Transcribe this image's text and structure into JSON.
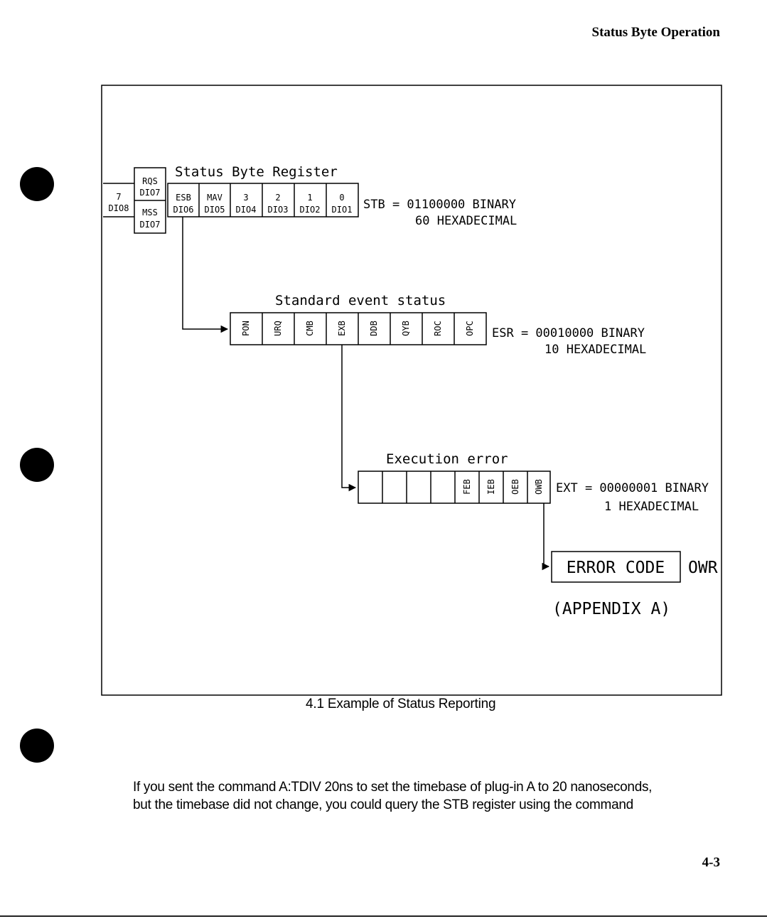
{
  "header": {
    "running_head": "Status Byte Operation"
  },
  "figure": {
    "sbr": {
      "title": "Status Byte Register",
      "rqs": "RQS",
      "rqs_dio": "DIO7",
      "mss": "MSS",
      "mss_dio": "DIO7",
      "bit7": "7",
      "bit7_dio": "DIO8",
      "cells": [
        {
          "top": "ESB",
          "bottom": "DIO6"
        },
        {
          "top": "MAV",
          "bottom": "DIO5"
        },
        {
          "top": "3",
          "bottom": "DIO4"
        },
        {
          "top": "2",
          "bottom": "DIO3"
        },
        {
          "top": "1",
          "bottom": "DIO2"
        },
        {
          "top": "0",
          "bottom": "DIO1"
        }
      ],
      "value_line1": "STB = 01100000 BINARY",
      "value_line2": "60 HEXADECIMAL"
    },
    "ses": {
      "title": "Standard event status",
      "cells": [
        "PON",
        "URQ",
        "CMB",
        "EXB",
        "DDB",
        "QYB",
        "ROC",
        "OPC"
      ],
      "value_line1": "ESR = 00010000 BINARY",
      "value_line2": "10 HEXADECIMAL"
    },
    "exe": {
      "title": "Execution error",
      "cells": [
        "",
        "",
        "",
        "",
        "FEB",
        "IEB",
        "OEB",
        "OWB"
      ],
      "value_line1": "EXT = 00000001 BINARY",
      "value_line2": "1 HEXADECIMAL"
    },
    "error_code": "ERROR CODE",
    "error_suffix": "OWR",
    "appendix": "(APPENDIX A)"
  },
  "caption": "4.1 Example of Status Reporting",
  "body": {
    "line1": "If you sent the command A:TDIV 20ns to set the timebase of plug-in A to 20 nanoseconds,",
    "line2": "but the timebase did not change, you could query the STB register using the command"
  },
  "footer": {
    "page_number": "4-3"
  }
}
